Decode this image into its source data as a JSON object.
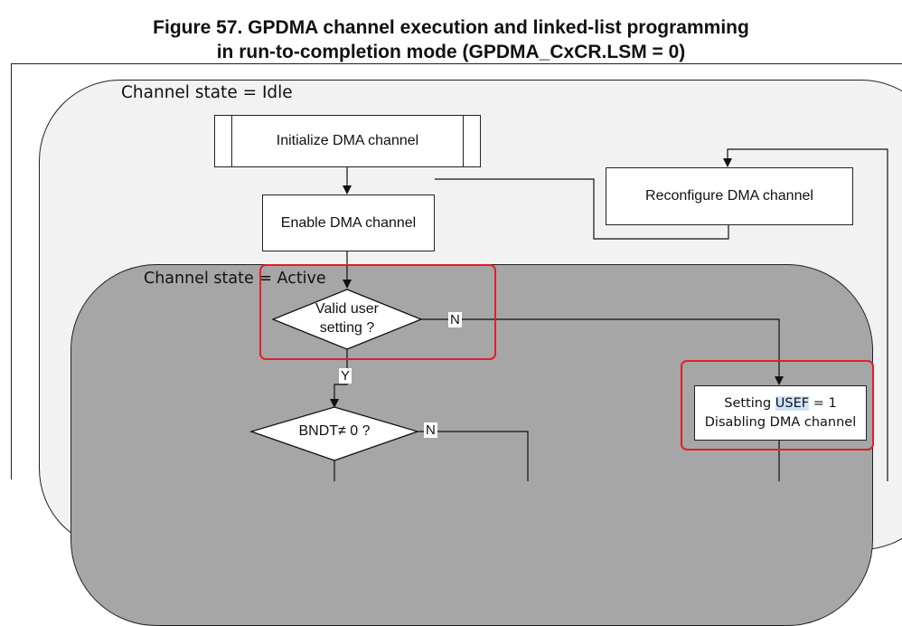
{
  "figure": {
    "title_line1": "Figure 57. GPDMA channel execution and linked-list programming",
    "title_line2": "in run-to-completion mode (GPDMA_CxCR.LSM = 0)"
  },
  "states": {
    "idle_label": "Channel state = Idle",
    "active_label": "Channel state = Active"
  },
  "nodes": {
    "initialize": "Initialize DMA channel",
    "enable": "Enable DMA channel",
    "reconfigure": "Reconfigure DMA channel",
    "valid_line1": "Valid user",
    "valid_line2": "setting ?",
    "bndt": "BNDT≠ 0 ?",
    "usef_prefix": "Setting ",
    "usef_highlight": "USEF",
    "usef_suffix": " = 1",
    "usef_line2": "Disabling DMA channel"
  },
  "branch_labels": {
    "valid_no": "N",
    "valid_yes": "Y",
    "bndt_no": "N"
  },
  "colors": {
    "idle_fill": "#f2f2f2",
    "active_fill": "#a6a6a6",
    "highlight_outline": "#e0202a",
    "usef_highlight_bg": "#cfe3f7"
  }
}
